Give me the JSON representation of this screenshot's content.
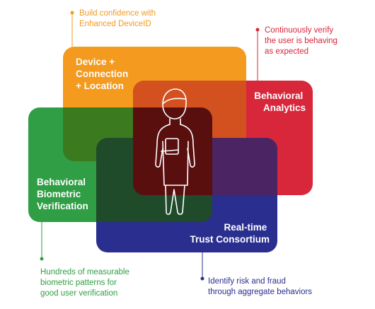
{
  "colors": {
    "orange": "#f39a1f",
    "red": "#d8263a",
    "green": "#2f9e44",
    "blue": "#2a2f8f",
    "orange_red": "#d2511f",
    "red_blue": "#4b2463",
    "green_orange": "#3b7a1f",
    "green_blue": "#1f4b2a",
    "center": "#5a0f0f",
    "orange_note": "#f39a1f",
    "red_note": "#d8263a",
    "green_note": "#2f9e44",
    "blue_note": "#2a2f8f"
  },
  "boxes": {
    "device": {
      "lines": [
        "Device +",
        "Connection",
        "+ Location"
      ]
    },
    "behavioral_analytics": {
      "lines": [
        "Behavioral",
        "Analytics"
      ]
    },
    "behavioral_biometric": {
      "lines": [
        "Behavioral",
        "Biometric",
        "Verification"
      ]
    },
    "trust_consortium": {
      "lines": [
        "Real-time",
        "Trust Consortium"
      ]
    }
  },
  "notes": {
    "device": {
      "lines": [
        "Build confidence with",
        "Enhanced DeviceID"
      ]
    },
    "analytics": {
      "lines": [
        "Continuously verify",
        "the user is behaving",
        "as expected"
      ]
    },
    "biometric": {
      "lines": [
        "Hundreds of measurable",
        "biometric patterns for",
        "good user verification"
      ]
    },
    "consortium": {
      "lines": [
        "Identify risk and fraud",
        "through aggregate behaviors"
      ]
    }
  },
  "figure": {
    "icon": "person-icon"
  }
}
